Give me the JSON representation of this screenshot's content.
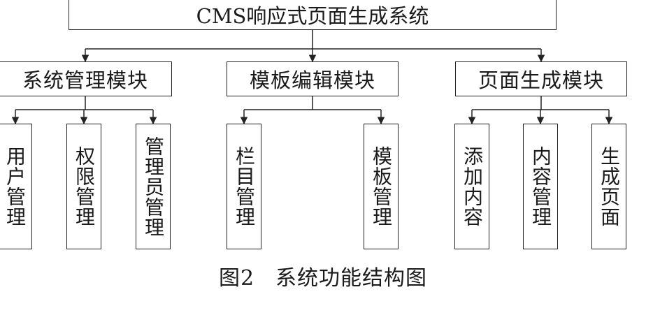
{
  "root": "CMS响应式页面生成系统",
  "modules": [
    {
      "label": "系统管理模块",
      "children": [
        "用户管理",
        "权限管理",
        "管理员管理"
      ]
    },
    {
      "label": "模板编辑模块",
      "children": [
        "栏目管理",
        "模板管理"
      ]
    },
    {
      "label": "页面生成模块",
      "children": [
        "添加内容",
        "内容管理",
        "生成页面"
      ]
    }
  ],
  "caption": {
    "figure": "图2",
    "title": "系统功能结构图"
  }
}
